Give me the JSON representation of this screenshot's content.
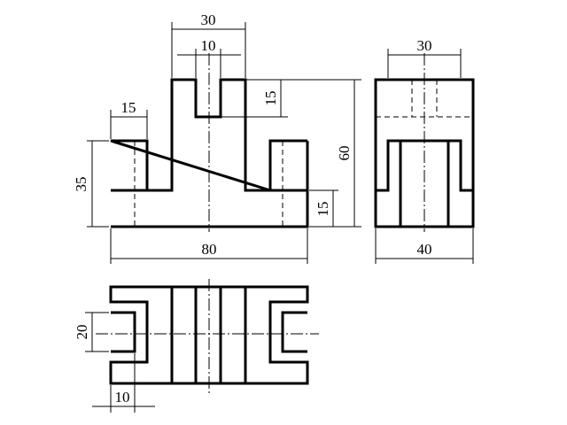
{
  "drawing": {
    "views": [
      "front-view",
      "side-view",
      "top-view"
    ],
    "dimensions": {
      "front_top_width": "30",
      "front_slot_width": "10",
      "front_slot_depth": "15",
      "front_step_width": "15",
      "front_step_height": "35",
      "front_total_height": "60",
      "front_base_height": "15",
      "front_total_width": "80",
      "side_top_width": "30",
      "side_total_width": "40",
      "top_slot_width": "20",
      "top_slot_depth": "10"
    }
  }
}
